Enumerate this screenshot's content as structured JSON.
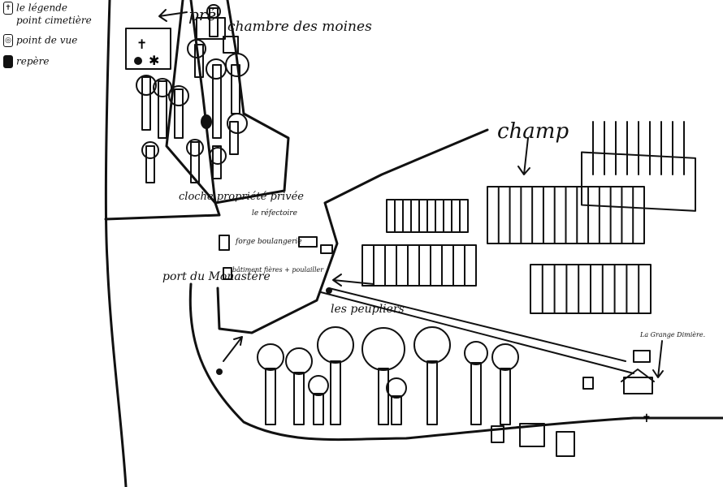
{
  "legend": {
    "title": "le légende",
    "items": [
      {
        "symbol": "cross-icon",
        "label": "point cimetière"
      },
      {
        "symbol": "eye-icon",
        "label": "point de vue"
      },
      {
        "symbol": "marker-icon",
        "label": "repère"
      }
    ]
  },
  "labels": {
    "pre": "pré",
    "chambre": "chambre des moines",
    "champ": "champ",
    "cloche": "cloche propriété privée",
    "refectoire": "le réfectoire",
    "forge": "forge boulangerie",
    "batiments": "bâtiment fières + poulailler",
    "port": "port du Monastère",
    "peupliers": "les peupliers",
    "grange": "La Grange Dimière."
  }
}
